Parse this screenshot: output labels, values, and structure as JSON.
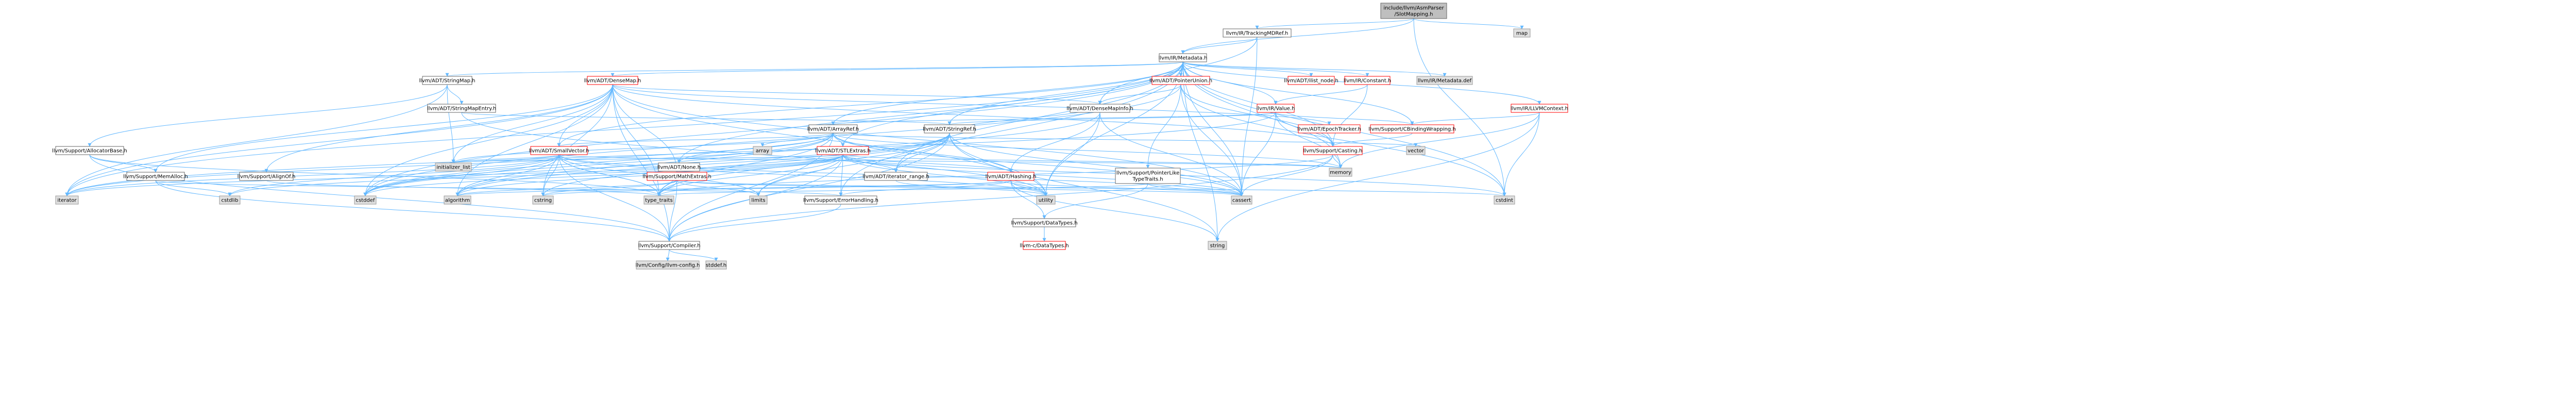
{
  "colors": {
    "edge_include": "#63b8ff",
    "edge_external": "#63b8ff",
    "node_root_fill": "#bfbfbf",
    "node_root_stroke": "#666666",
    "node_internal_stroke": "#666666",
    "node_red_stroke": "#ff0000",
    "node_fill": "#ffffff",
    "node_external_fill": "#e0e0e0",
    "node_external_stroke": "#999999",
    "text": "#000000"
  },
  "nodes": {
    "root": "include/llvm/AsmParser\n/SlotMapping.h",
    "map": "map",
    "trackingmdref": "llvm/IR/TrackingMDRef.h",
    "metadata": "llvm/IR/Metadata.h",
    "stringmap": "llvm/ADT/StringMap.h",
    "densemap": "llvm/ADT/DenseMap.h",
    "pointerunion": "llvm/ADT/PointerUnion.h",
    "ilist_node": "llvm/ADT/ilist_node.h",
    "constant": "llvm/IR/Constant.h",
    "metadata_def": "llvm/IR/Metadata.def",
    "llvmcontext": "llvm/IR/LLVMContext.h",
    "stringmapentry": "llvm/ADT/StringMapEntry.h",
    "densemapinfo": "llvm/ADT/DenseMapInfo.h",
    "value": "llvm/IR/Value.h",
    "epochtracker": "llvm/ADT/EpochTracker.h",
    "cbindingwrapping": "llvm/Support/CBindingWrapping.h",
    "allocatorbase": "llvm/Support/AllocatorBase.h",
    "arrayref": "llvm/ADT/ArrayRef.h",
    "stringref": "llvm/ADT/StringRef.h",
    "array": "array",
    "casting": "llvm/Support/Casting.h",
    "vector": "vector",
    "smallvector": "llvm/ADT/SmallVector.h",
    "none": "llvm/ADT/None.h",
    "stlextras": "llvm/ADT/STLExtras.h",
    "pointerliketypetraits": "llvm/Support/PointerLike\nTypeTraits.h",
    "memory": "memory",
    "memalloc": "llvm/Support/MemAlloc.h",
    "alignof": "llvm/Support/AlignOf.h",
    "mathextras": "llvm/Support/MathExtras.h",
    "iterator_range": "llvm/ADT/iterator_range.h",
    "hashing": "llvm/ADT/Hashing.h",
    "initializer_list": "initializer_list",
    "iterator": "iterator",
    "cstdlib": "cstdlib",
    "cstddef": "cstddef",
    "algorithm": "algorithm",
    "cstring": "cstring",
    "type_traits": "type_traits",
    "limits": "limits",
    "errorhandling": "llvm/Support/ErrorHandling.h",
    "utility": "utility",
    "cassert": "cassert",
    "datatypes": "llvm/Support/DataTypes.h",
    "cstdint": "cstdint",
    "compiler": "llvm/Support/Compiler.h",
    "string": "string",
    "llvmc_datatypes": "llvm-c/DataTypes.h",
    "config": "llvm/Config/llvm-config.h",
    "stddef": "stddef.h"
  }
}
